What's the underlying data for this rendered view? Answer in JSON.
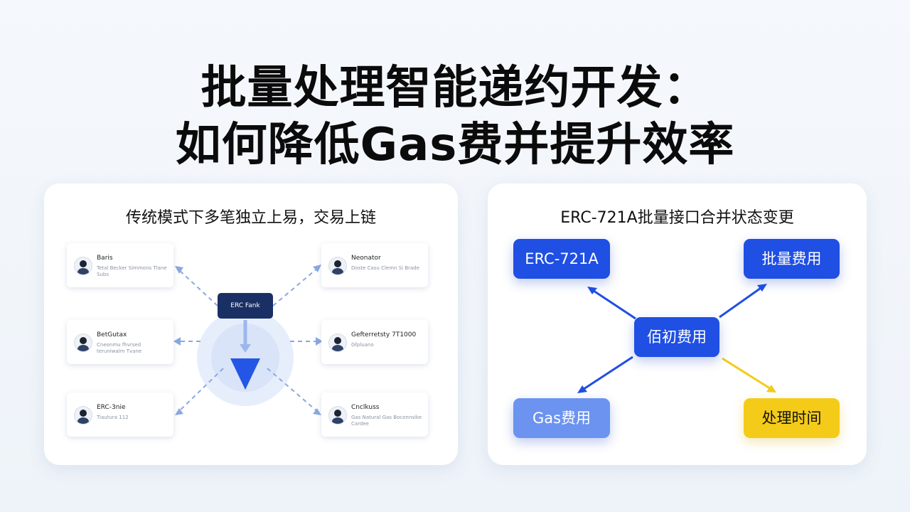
{
  "title": {
    "line1": "批量处理智能递约开发：",
    "line2": "如何降低Gas费并提升效率"
  },
  "left_panel": {
    "heading": "传统模式下多笔独立上易，交易上链",
    "center_label": "ERC Fank",
    "cards": [
      {
        "name": "Baris",
        "sub": "Tetal Becker Simmons Tlane Subs"
      },
      {
        "name": "BetGutax",
        "sub": "Cneonmu fhvrsed teruniwalm Tvane"
      },
      {
        "name": "ERC-3nie",
        "sub": "Tiautura                    112"
      },
      {
        "name": "Neonator",
        "sub": "Doste Casu Clemn Si Brade"
      },
      {
        "name": "Gefterretsty 7T1000",
        "sub": "Gfpluano"
      },
      {
        "name": "Cnclkuss",
        "sub": "Gas Natural Gas Boconnsike Cardee"
      }
    ]
  },
  "right_panel": {
    "heading": "ERC-721A批量接口合并状态变更",
    "nodes": {
      "erc": "ERC-721A",
      "batch": "批量费用",
      "center": "佰初费用",
      "gas": "Gas费用",
      "time": "处理时间"
    }
  },
  "colors": {
    "primary_blue": "#1f4fe3",
    "light_blue": "#6b93ef",
    "yellow": "#f4cb19",
    "navy": "#1a2f64"
  }
}
